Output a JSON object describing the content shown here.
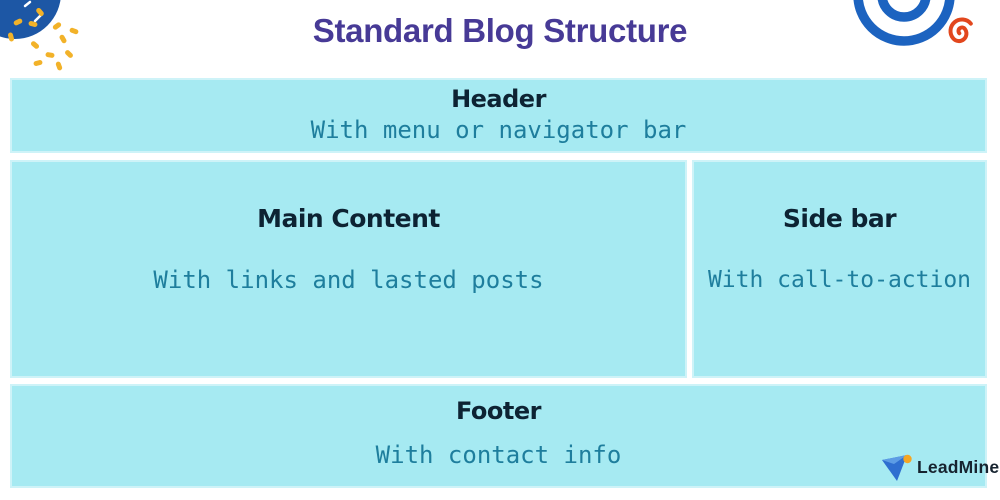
{
  "title": "Standard Blog Structure",
  "blocks": {
    "header": {
      "heading": "Header",
      "subtitle": "With menu or navigator bar"
    },
    "main": {
      "heading": "Main Content",
      "subtitle": "With links and lasted posts"
    },
    "sidebar": {
      "heading": "Side bar",
      "subtitle": "With call-to-action"
    },
    "footer": {
      "heading": "Footer",
      "subtitle": "With contact info"
    }
  },
  "logo": {
    "text": "LeadMine"
  },
  "icons": {
    "top_left": "confetti-circle-icon",
    "top_right_large": "blue-spiral-icon",
    "top_right_small": "orange-spiral-icon",
    "logo_mark": "leadmine-triangle-icon"
  },
  "colors": {
    "block_fill": "#a6eaf2",
    "title_purple": "#473a96",
    "heading_navy": "#0d2333",
    "subtitle_teal": "#1e7e9d",
    "circle_blue": "#1d57a5",
    "spiral_blue": "#1c63c0",
    "spiral_orange": "#e2471d",
    "confetti_yellow": "#f2b229",
    "logo_blue": "#2f6fd0",
    "logo_dot_orange": "#f5a623",
    "logo_text": "#172430"
  }
}
